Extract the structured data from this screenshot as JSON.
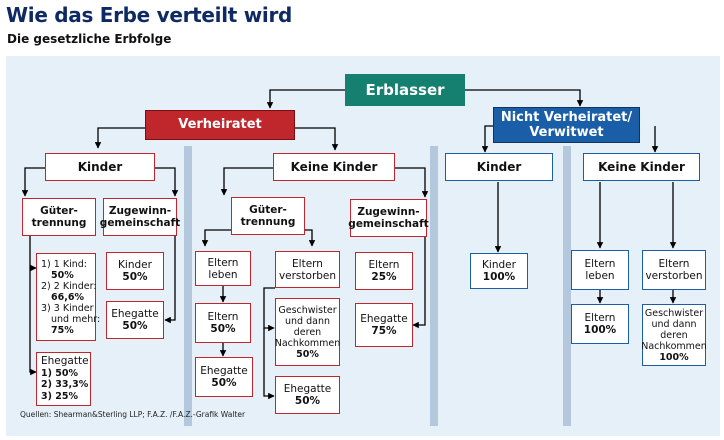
{
  "header": {
    "title": "Wie das Erbe verteilt wird",
    "subtitle": "Die gesetzliche Erbfolge"
  },
  "nodes": {
    "erblasser": "Erblasser",
    "verheiratet": "Verheiratet",
    "nicht_verheiratet": "Nicht Verheiratet/\nVerwitwet",
    "v_kinder": "Kinder",
    "v_keine_kinder": "Keine Kinder",
    "gt1": "Güter-\ntrennung",
    "zg1": "Zugewinn-\ngemeinschaft",
    "gt2": "Güter-\ntrennung",
    "zg2": "Zugewinn-\ngemeinschaft",
    "gt1_kind": [
      "1) 1 Kind:",
      "50%",
      "2) 2 Kinder:",
      "66,6%",
      "3) 3 Kinder",
      "und mehr:",
      "75%"
    ],
    "gt1_ehegatte": [
      "Ehegatte",
      "1) 50%",
      "2) 33,3%",
      "3) 25%"
    ],
    "zg1_kinder": [
      "Kinder",
      "50%"
    ],
    "zg1_ehegatte": [
      "Ehegatte",
      "50%"
    ],
    "gt2_eltern_leben": [
      "Eltern",
      "leben"
    ],
    "gt2_eltern_50": [
      "Eltern",
      "50%"
    ],
    "gt2_ehegatte": [
      "Ehegatte",
      "50%"
    ],
    "gt2_eltern_verstorben": [
      "Eltern",
      "verstorben"
    ],
    "gt2_geschwister": [
      "Geschwister",
      "und dann",
      "deren",
      "Nachkommen",
      "50%"
    ],
    "gt2_ehegatte2": [
      "Ehegatte",
      "50%"
    ],
    "zg2_eltern": [
      "Eltern",
      "25%"
    ],
    "zg2_ehegatte": [
      "Ehegatte",
      "75%"
    ],
    "nv_kinder": "Kinder",
    "nv_keine_kinder": "Keine Kinder",
    "nv_kinder_100": [
      "Kinder",
      "100%"
    ],
    "nv_eltern_leben": [
      "Eltern",
      "leben"
    ],
    "nv_eltern_100": [
      "Eltern",
      "100%"
    ],
    "nv_eltern_verstorben": [
      "Eltern",
      "verstorben"
    ],
    "nv_geschwister": [
      "Geschwister",
      "und dann",
      "deren",
      "Nachkommen",
      "100%"
    ]
  },
  "source": "Quellen: Shearman&Sterling LLP; F.A.Z. /F.A.Z.-Grafik Walter",
  "colors": {
    "teal": "#15806f",
    "red": "#c0272d",
    "blue": "#1a5ea8",
    "panel": "#e6f0f9",
    "stripe": "#b3c8dc",
    "title": "#0f2a63"
  }
}
